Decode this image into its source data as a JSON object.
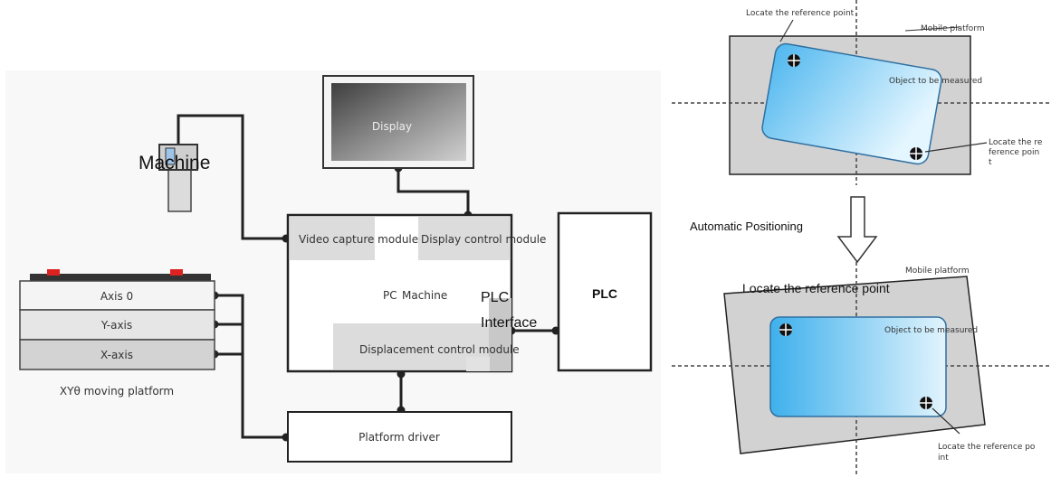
{
  "left": {
    "camera_label": "Machine",
    "display_label": "Display",
    "pc_label_prefix": "PC",
    "pc_label_main": "Machine",
    "video_module": "Video capture module",
    "display_module": "Display control module",
    "displacement_module": "Displacement control module",
    "plc_interface_line1": "PLC",
    "plc_interface_line2": "Interface",
    "plc": "PLC",
    "axis0": "Axis 0",
    "yaxis": "Y-axis",
    "xaxis": "X-axis",
    "platform_caption": "XYθ moving platform",
    "platform_driver": "Platform driver"
  },
  "right": {
    "top_locate_label": "Locate the reference point",
    "top_mobile_platform": "Mobile platform",
    "top_object": "Object to be measured",
    "top_locate2_line1": "Locate the re",
    "top_locate2_line2": "ference poin",
    "top_locate2_line3": "t",
    "arrow_label": "Automatic Positioning",
    "bottom_mobile_platform": "Mobile platform",
    "bottom_locate_label": "Locate the reference point",
    "bottom_object": "Object to be measured",
    "bottom_locate2_line1": "Locate the reference po",
    "bottom_locate2_line2": "int"
  },
  "colors": {
    "panel_bg": "#f7f7f7",
    "module_fill": "#dcdcdc",
    "platform_gray": "#d2d2d2",
    "object_blue_light": "#dff3ff",
    "object_blue_dark": "#4fb7ef",
    "line": "#222222"
  }
}
